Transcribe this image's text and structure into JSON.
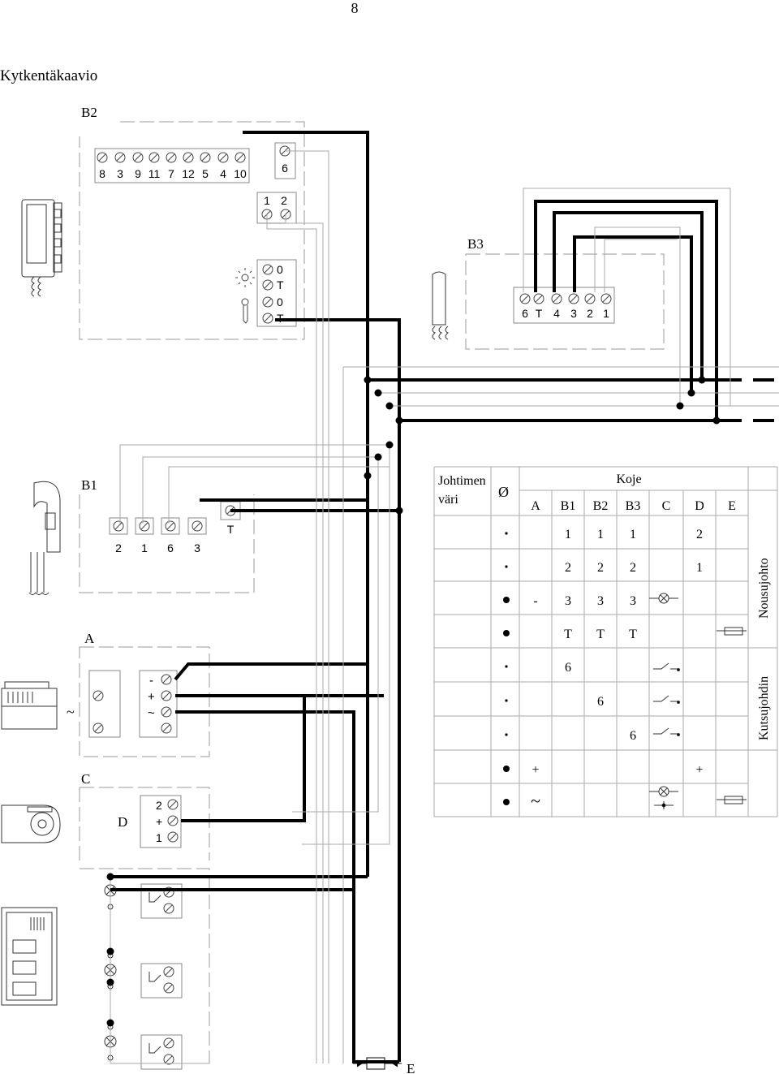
{
  "page_number": "8",
  "title": "Kytkentäkaavio",
  "blocks": {
    "b2": "B2",
    "b3": "B3",
    "b1": "B1",
    "a": "A",
    "c": "C",
    "d": "D",
    "e": "E"
  },
  "b2_terminals_top": [
    "8",
    "3",
    "9",
    "11",
    "7",
    "12",
    "5",
    "4",
    "10"
  ],
  "b2_terminal_six": "6",
  "b2_terminals_12": [
    "1",
    "2"
  ],
  "b2_lamp_terms": [
    "0",
    "T"
  ],
  "b2_key_terms": [
    "0",
    "T"
  ],
  "b3_terminals": [
    "6",
    "T",
    "4",
    "3",
    "2",
    "1"
  ],
  "b1_terminals": [
    "2",
    "1",
    "6",
    "3"
  ],
  "b1_terminal_t": "T",
  "a_left_symbol": "~",
  "a_terminals": [
    "-",
    "+",
    "~"
  ],
  "d_terminals": [
    "2",
    "+",
    "1"
  ],
  "table": {
    "col_header_1": "Johtimen",
    "col_header_2": "väri",
    "diameter": "Ø",
    "group_header": "Koje",
    "columns": [
      "A",
      "B1",
      "B2",
      "B3",
      "C",
      "D",
      "E"
    ],
    "rows": [
      [
        "",
        "1",
        "1",
        "1",
        "",
        "2",
        ""
      ],
      [
        "",
        "2",
        "2",
        "2",
        "",
        "1",
        ""
      ],
      [
        "-",
        "3",
        "3",
        "3",
        "",
        "",
        ""
      ],
      [
        "",
        "T",
        "T",
        "T",
        "",
        "",
        ""
      ],
      [
        "",
        "6",
        "",
        "",
        "",
        "",
        ""
      ],
      [
        "",
        "",
        "6",
        "",
        "",
        "",
        ""
      ],
      [
        "",
        "",
        "",
        "6",
        "",
        "",
        ""
      ],
      [
        "+",
        "",
        "",
        "",
        "",
        "+",
        ""
      ],
      [
        "~",
        "",
        "",
        "",
        "",
        "",
        ""
      ]
    ],
    "side_label_top": "Nousujohto",
    "side_label_bottom": "Kutsujohdin"
  }
}
